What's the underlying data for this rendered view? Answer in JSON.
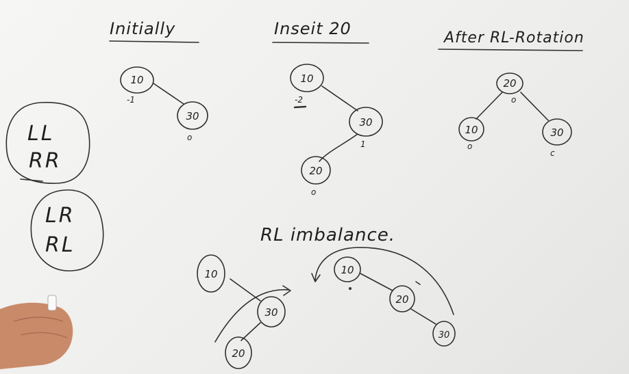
{
  "headings": {
    "initially": "Initially",
    "insert": "Inseit 20",
    "after": "After RL-Rotation",
    "imbalance": "RL imbalance."
  },
  "tree_initially": {
    "node_a": "10",
    "bf_a": "-1",
    "node_b": "30",
    "bf_b": "o"
  },
  "tree_insert": {
    "node_a": "10",
    "bf_a": "-2",
    "node_b": "30",
    "bf_b": "1",
    "node_c": "20",
    "bf_c": "o"
  },
  "tree_after": {
    "root": "20",
    "bf_root": "o",
    "left": "10",
    "bf_left": "o",
    "right": "30",
    "bf_right": "c"
  },
  "rotation_types": {
    "group1_line1": "LL",
    "group1_line2": "RR",
    "group2_line1": "LR",
    "group2_line2": "RL"
  },
  "sketch_left": {
    "node_a": "10",
    "node_b": "30",
    "node_c": "20"
  },
  "sketch_right": {
    "node_a": "10",
    "node_b": "20",
    "node_c": "30"
  }
}
